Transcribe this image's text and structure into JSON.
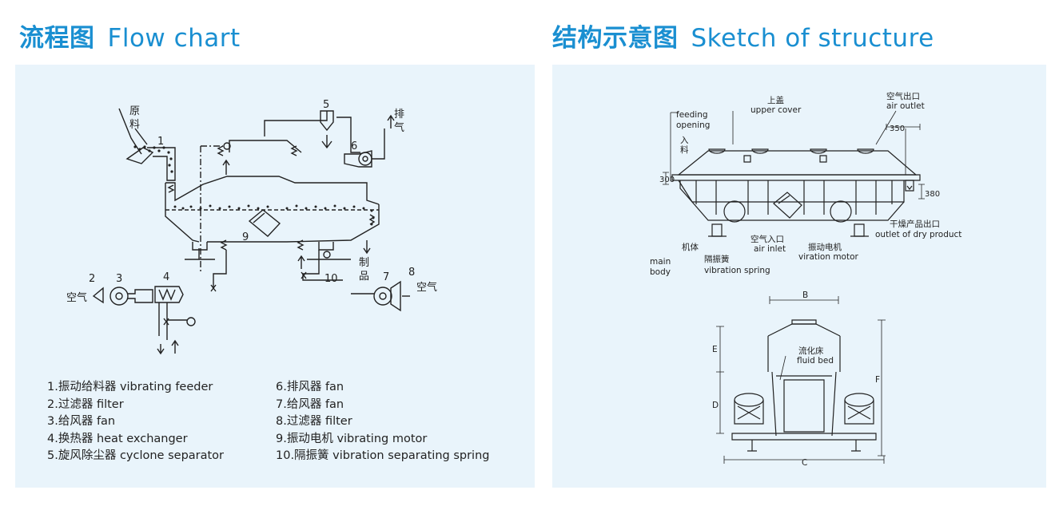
{
  "header_left": {
    "zh": "流程图",
    "en": "Flow chart"
  },
  "header_right": {
    "zh": "结构示意图",
    "en": "Sketch of structure"
  },
  "flow_chart": {
    "labels": {
      "raw_material": [
        "原",
        "料"
      ],
      "exhaust": [
        "排",
        "气"
      ],
      "product": [
        "制",
        "品"
      ],
      "air_left": "空气",
      "air_right": "空气",
      "n1": "1",
      "n2": "2",
      "n3": "3",
      "n4": "4",
      "n5": "5",
      "n6": "6",
      "n7": "7",
      "n8": "8",
      "n9": "9",
      "n10": "10"
    },
    "legend_col1": [
      "1.振动给料器  vibrating feeder",
      "2.过滤器  filter",
      "3.给风器  fan",
      "4.换热器  heat exchanger",
      "5.旋风除尘器  cyclone separator"
    ],
    "legend_col2": [
      "6.排风器  fan",
      "7.给风器  fan",
      "8.过滤器  filter",
      "9.振动电机  vibrating motor",
      "10.隔振簧  vibration separating spring"
    ]
  },
  "structure": {
    "feeding_zh": [
      "入",
      "料"
    ],
    "feeding_en": [
      "feeding",
      "opening"
    ],
    "upper_cover_zh": "上盖",
    "upper_cover_en": "upper cover",
    "air_outlet_zh": "空气出口",
    "air_outlet_en": "air outlet",
    "dim_350": "350",
    "dim_300": "300",
    "dim_380": "380",
    "main_body_zh": "机体",
    "main_body_en": [
      "main",
      "body"
    ],
    "spring_zh": "隔振簧",
    "spring_en": "vibration spring",
    "air_inlet_zh": "空气入口",
    "air_inlet_en": "air inlet",
    "motor_zh": "振动电机",
    "motor_en": "viration motor",
    "dry_outlet_zh": "干燥产品出口",
    "dry_outlet_en": "outlet of dry product",
    "dim_B": "B",
    "dim_C": "C",
    "dim_D": "D",
    "dim_E": "E",
    "dim_F": "F",
    "fluid_bed_zh": "流化床",
    "fluid_bed_en": "fluid bed"
  }
}
